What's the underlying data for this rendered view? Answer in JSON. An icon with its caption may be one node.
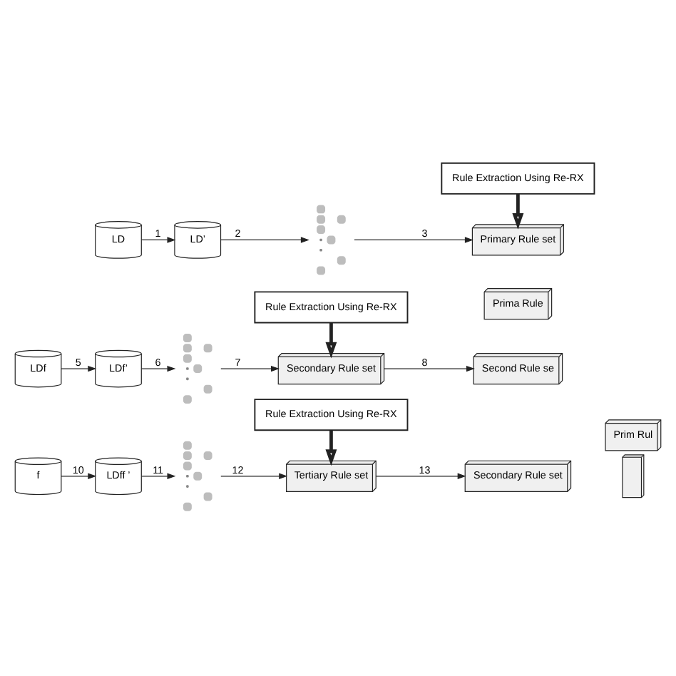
{
  "diagram": {
    "nodes": [
      {
        "text": [
          "Rule Extraction Using Re-RX"
        ]
      },
      {
        "text": [
          "LD"
        ]
      },
      {
        "text": [
          "LD’"
        ]
      },
      {
        "text": [],
        "shape": "picture"
      },
      {
        "text": [
          "Primary Rule set"
        ]
      },
      {
        "text": [
          "Rule Extraction Using Re-RX"
        ]
      },
      {
        "text": [
          "LDf"
        ]
      },
      {
        "text": [
          "LDf’"
        ]
      },
      {
        "text": [],
        "shape": "picture"
      },
      {
        "text": [
          "Secondary Rule set"
        ]
      },
      {
        "text": [
          "Prima Rule"
        ]
      },
      {
        "text": [
          "Second Rule se"
        ]
      },
      {
        "text": [
          "Rule Extraction Using Re-RX"
        ]
      },
      {
        "text": [
          "f"
        ]
      },
      {
        "text": [
          "LDff ’"
        ]
      },
      {
        "text": [],
        "shape": "picture"
      },
      {
        "text": [
          "Tertiary Rule set"
        ]
      },
      {
        "text": [
          "Secondary Rule set"
        ]
      },
      {
        "text": [
          "Prim Rul"
        ]
      },
      {
        "text": [],
        "shape": "box"
      }
    ],
    "edges": [
      {
        "from": 0,
        "to": 4,
        "arrow": "to",
        "style": "thick"
      },
      {
        "from": 1,
        "to": 2,
        "arrow": "to",
        "label": "1"
      },
      {
        "from": 2,
        "to": 3,
        "arrow": "to",
        "label": "2"
      },
      {
        "from": 3,
        "to": 4,
        "arrow": "to",
        "label": "3"
      },
      {
        "from": 5,
        "to": 9,
        "arrow": "to",
        "style": "thick"
      },
      {
        "from": 6,
        "to": 7,
        "arrow": "to",
        "label": "5"
      },
      {
        "from": 7,
        "to": 8,
        "arrow": "to",
        "label": "6"
      },
      {
        "from": 8,
        "to": 9,
        "arrow": "to",
        "label": "7"
      },
      {
        "from": 9,
        "to": 11,
        "arrow": "to",
        "label": "8"
      },
      {
        "from": 12,
        "to": 16,
        "arrow": "to",
        "style": "thick"
      },
      {
        "from": 13,
        "to": 14,
        "arrow": "to",
        "label": "10"
      },
      {
        "from": 14,
        "to": 15,
        "arrow": "to",
        "label": "11"
      },
      {
        "from": 15,
        "to": 16,
        "arrow": "to",
        "label": "12"
      },
      {
        "from": 16,
        "to": 17,
        "arrow": "to",
        "label": "13"
      }
    ]
  }
}
